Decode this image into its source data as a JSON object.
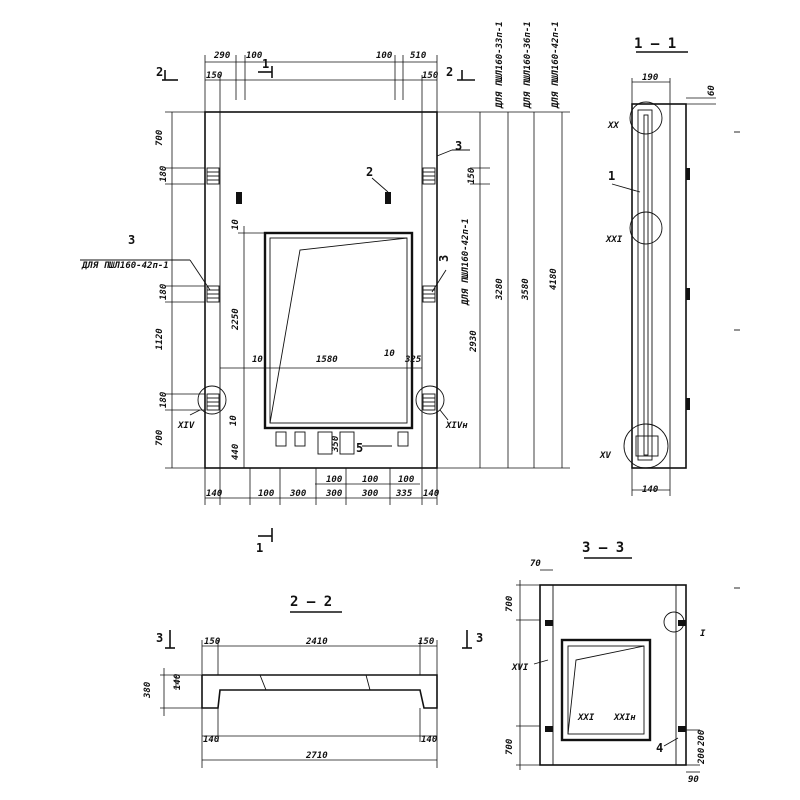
{
  "views": {
    "main": {
      "top_dims": [
        "290",
        "100",
        "100",
        "510"
      ],
      "edge_dims": [
        "150",
        "150"
      ],
      "left_dims": [
        "700",
        "180",
        "180",
        "1120",
        "180",
        "700"
      ],
      "inner_dims": [
        "10",
        "2250",
        "10",
        "440",
        "1580",
        "10",
        "10",
        "325",
        "350"
      ],
      "bottom_dims": [
        "140",
        "100",
        "300",
        "100",
        "300",
        "100",
        "300",
        "100",
        "335",
        "140"
      ],
      "right_dims": [
        "150",
        "2930",
        "3280",
        "3580",
        "4180"
      ],
      "note_left": "ДЛЯ ПШЛ160-42п-1",
      "note_inner": "ДЛЯ ПШЛ160-42п-1",
      "column_notes": [
        "ДЛЯ ПШЛ160-33п-1",
        "ДЛЯ ПШЛ160-36п-1",
        "ДЛЯ ПШЛ160-42п-1"
      ],
      "callouts": [
        "3",
        "3",
        "3",
        "2",
        "5"
      ],
      "marks": [
        "XIV",
        "XIVн"
      ],
      "cut_marks": [
        "2",
        "2",
        "1"
      ]
    },
    "section_1": {
      "title": "1 — 1",
      "dims": [
        "190",
        "60",
        "140"
      ],
      "marks": [
        "XX",
        "XXI",
        "XV"
      ],
      "callout": "1"
    },
    "section_2": {
      "title": "2 — 2",
      "dims": [
        "150",
        "2410",
        "150",
        "380",
        "140",
        "140",
        "140",
        "2710"
      ],
      "cut_marks": [
        "3",
        "3"
      ]
    },
    "section_3": {
      "title": "3 — 3",
      "dims": [
        "70",
        "700",
        "700",
        "200",
        "200",
        "90"
      ],
      "marks": [
        "I",
        "XVI",
        "XXI",
        "XXIн"
      ],
      "callout": "4"
    }
  }
}
